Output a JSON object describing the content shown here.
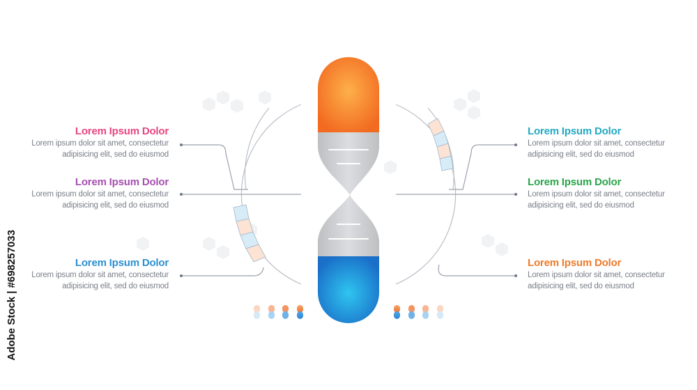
{
  "items": [
    {
      "id": "left-1",
      "title": "Lorem Ipsum Dolor",
      "line1": "Lorem ipsum dolor sit amet, consectetur",
      "line2": "adipisicing elit, sed do eiusmod",
      "color": "#e8457f"
    },
    {
      "id": "left-2",
      "title": "Lorem Ipsum Dolor",
      "line1": "Lorem ipsum dolor sit amet, consectetur",
      "line2": "adipisicing elit, sed do eiusmod",
      "color": "#a64fb0"
    },
    {
      "id": "left-3",
      "title": "Lorem Ipsum Dolor",
      "line1": "Lorem ipsum dolor sit amet, consectetur",
      "line2": "adipisicing elit, sed do eiusmod",
      "color": "#2a8fd0"
    },
    {
      "id": "right-1",
      "title": "Lorem Ipsum Dolor",
      "line1": "Lorem ipsum dolor sit amet, consectetur",
      "line2": "adipisicing elit, sed do eiusmod",
      "color": "#22a9c4"
    },
    {
      "id": "right-2",
      "title": "Lorem Ipsum Dolor",
      "line1": "Lorem ipsum dolor sit amet, consectetur",
      "line2": "adipisicing elit, sed do eiusmod",
      "color": "#2aa44a"
    },
    {
      "id": "right-3",
      "title": "Lorem Ipsum Dolor",
      "line1": "Lorem ipsum dolor sit amet, consectetur",
      "line2": "adipisicing elit, sed do eiusmod",
      "color": "#ef7a2a"
    }
  ],
  "watermark": "Adobe Stock | #698257033",
  "colors": {
    "orange": "#f37b2a",
    "blue": "#1f7fd0",
    "gray": "#c9cbce",
    "line": "#9aa2ad"
  },
  "icons": [
    "capsule-icon",
    "pill-icon"
  ]
}
